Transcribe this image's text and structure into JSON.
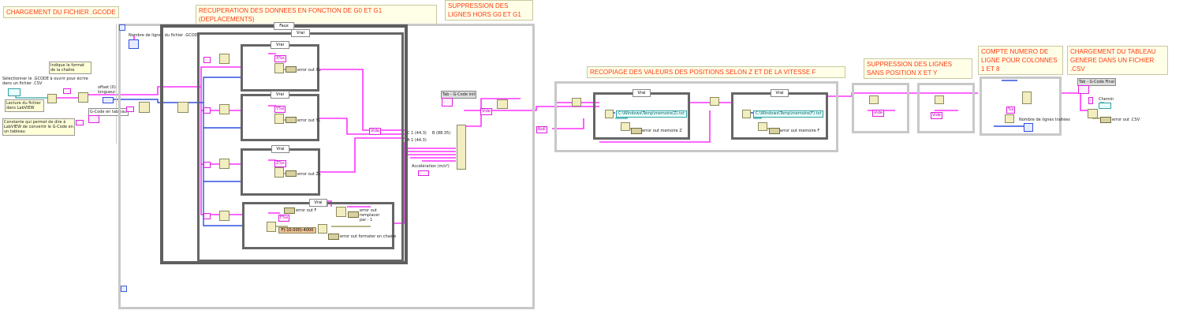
{
  "notes": {
    "load_file": "CHARGEMENT DU FICHIER .GCODE",
    "recuperation": "RECUPERATION DES DONNEES EN FONCTION DE G0 ET G1 (DEPLACEMENTS)",
    "suppression_g0g1": "SUPPRESSION DES LIGNES HORS G0 ET G1",
    "recopiage": "RECOPIAGE DES VALEURS DES POSITIONS SELON Z ET DE LA VITESSE F",
    "suppression_xy": "SUPPRESSION DES LIGNES SANS POSITION X ET Y",
    "compte": "COMPTE NUMERO DE LIGNE POUR COLONNES 1 ET 8",
    "chargement_csv": "CHARGEMENT DU TABLEAU GENERE DANS UN FICHIER .CSV"
  },
  "labels": {
    "select_file": "Sélectionner le .GCODE à ouvrir pour écrire dans un fichier .CSV",
    "format_chaine": "Indique le format de la chaîne",
    "lecture": "Lecture du fichier dans LabVIEW",
    "constante": "Constante qui permet de dire à LabVIEW de convertir le G-Code en un tableau",
    "offset": "offset (0) longueur",
    "gcode_tableau": "G-Code en tableau",
    "nb_lignes": "Nombre de lignes du fichier .GCODE",
    "tab_init": "Tab - G-Code init",
    "tab_final": "Tab - G-Code Final",
    "acceleration": "Accélération (m/s²)",
    "nb_lignes_traitees": "Nombre de lignes traitées",
    "chemin": "Chemin",
    "vide": "Vide",
    "null": "Null",
    "val_c": "C 1 (44.3)",
    "val_b": "B (88.35)",
    "val_a": "A 1 (44.3)",
    "format_f": "F(-10.000)-4000"
  },
  "cases": {
    "faux": "Faux",
    "vrai": "Vrai"
  },
  "errors": {
    "x": "error out XL",
    "y": "error out YL",
    "z": "error out ZL",
    "f": "error out F",
    "remplacer": "error out remplacer par : 1",
    "formater": "error out formater en chaine",
    "mem_z": "error out memoire Z",
    "mem_f": "error out memoire F",
    "csv": "error out .CSV"
  },
  "paths": {
    "z": "C:\\Windows\\Temp\\memoire(Z).txt",
    "f": "C:\\Windows\\Temp\\memoire(F).txt"
  },
  "constants": {
    "xlo": "X%s",
    "ylo": "Y%s",
    "zlo": "Z%s",
    "flo": "F%s",
    "tab": "%s",
    "semi": ";"
  },
  "colors": {
    "string_wire": "#ff00ff",
    "numeric_wire": "#3050e0",
    "error_wire": "#8a8a40",
    "note_text": "#ff3a10"
  }
}
